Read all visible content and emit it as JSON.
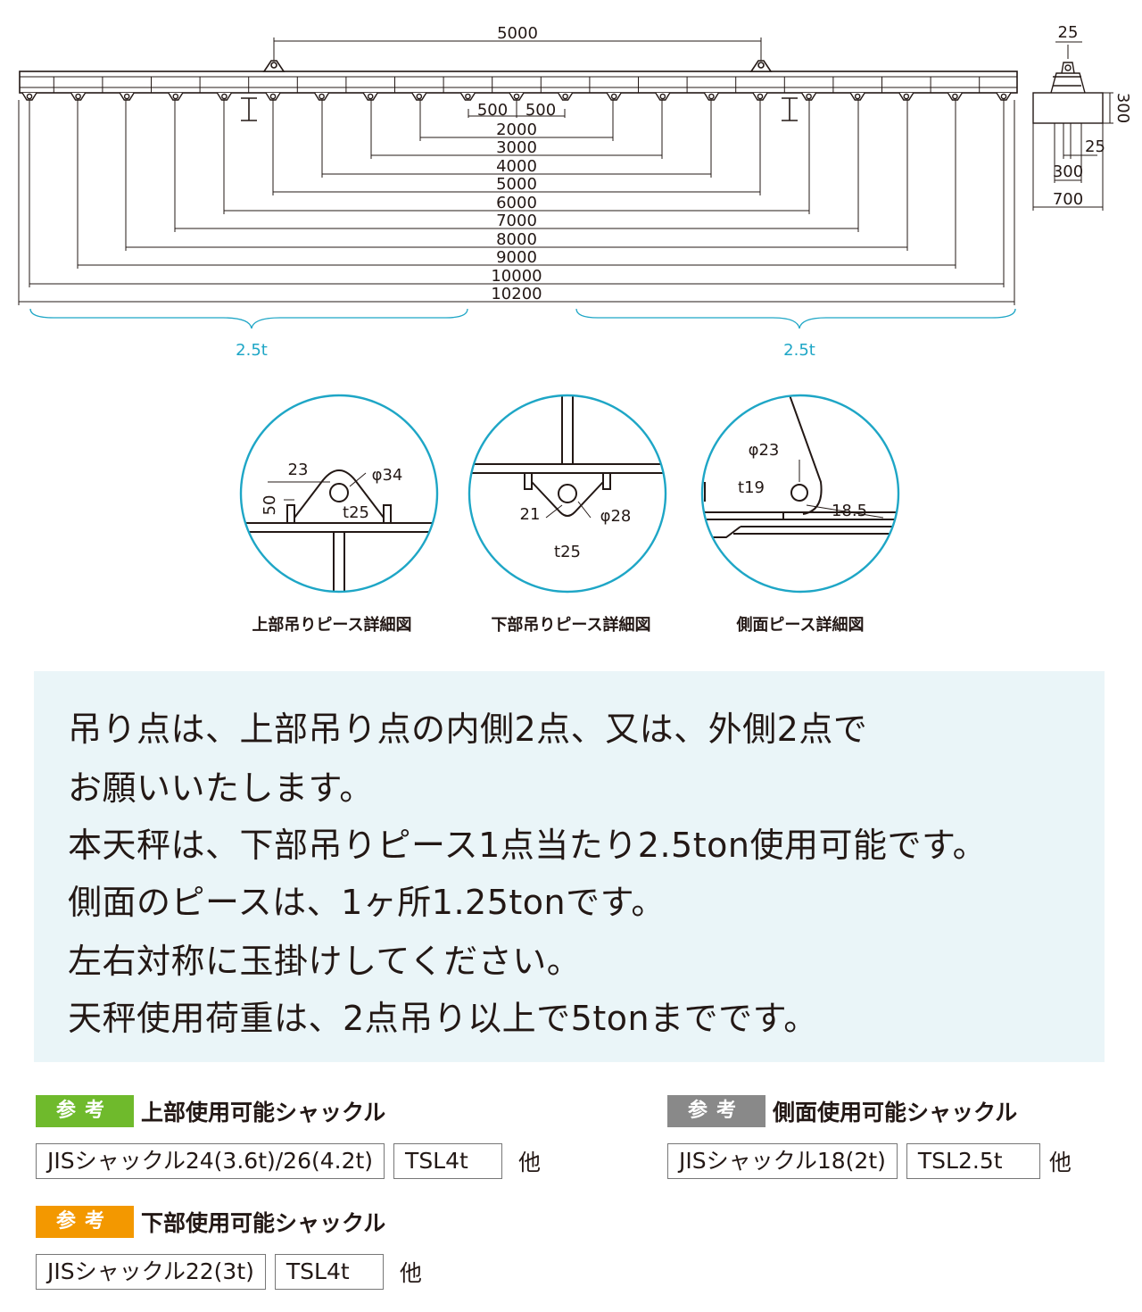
{
  "drawing": {
    "top_span_label": "5000",
    "inner_pitch_labels": [
      "500",
      "500"
    ],
    "span_labels": [
      "2000",
      "3000",
      "4000",
      "5000",
      "6000",
      "7000",
      "8000",
      "9000",
      "10000",
      "10200"
    ],
    "load_left": "2.5t",
    "load_right": "2.5t",
    "side_view": {
      "top": "25",
      "height": "300",
      "inner": "25",
      "mid": "300",
      "width": "700"
    }
  },
  "details": [
    {
      "title": "上部吊りピース詳細図",
      "dims": [
        "23",
        "φ34",
        "50",
        "t25"
      ]
    },
    {
      "title": "下部吊りピース詳細図",
      "dims": [
        "21",
        "φ28",
        "t25"
      ]
    },
    {
      "title": "側面ピース詳細図",
      "dims": [
        "φ23",
        "t19",
        "18.5"
      ]
    }
  ],
  "notes": [
    "吊り点は、上部吊り点の内側2点、又は、外側2点で",
    "お願いいたします。",
    "本天秤は、下部吊りピース1点当たり2.5ton使用可能です。",
    "側面のピースは、1ヶ所1.25tonです。",
    "左右対称に玉掛けしてください。",
    "天秤使用荷重は、2点吊り以上で5tonまでです。"
  ],
  "refs": {
    "upper": {
      "tag": "参考",
      "title": "上部使用可能シャックル",
      "items": [
        "JISシャックル24(3.6t)/26(4.2t)",
        "TSL4t"
      ],
      "etc": "他",
      "color": "#6fba2c"
    },
    "side": {
      "tag": "参考",
      "title": "側面使用可能シャックル",
      "items": [
        "JISシャックル18(2t)",
        "TSL2.5t"
      ],
      "etc": "他",
      "color": "#898989"
    },
    "lower": {
      "tag": "参考",
      "title": "下部使用可能シャックル",
      "items": [
        "JISシャックル22(3t)",
        "TSL4t"
      ],
      "etc": "他",
      "color": "#f39800"
    }
  }
}
